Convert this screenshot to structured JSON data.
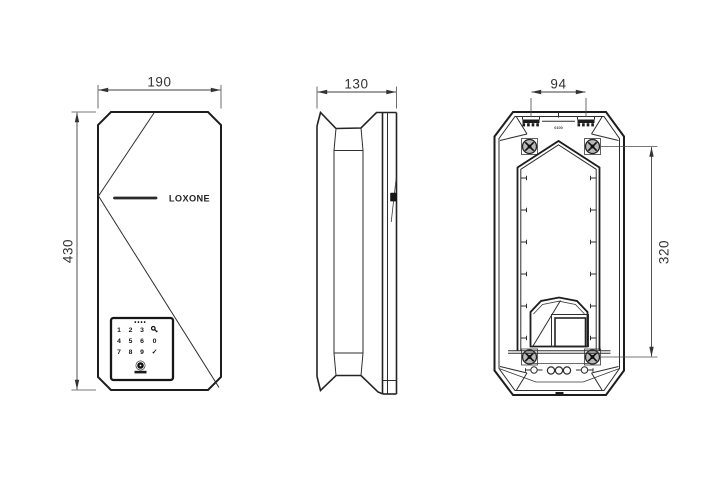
{
  "colors": {
    "background": "#ffffff",
    "outline": "#1d1d1d",
    "dimension_text": "#333333"
  },
  "front_view": {
    "dimensions": {
      "width": "190",
      "height": "430"
    },
    "logo": "LOXONE",
    "keypad": {
      "display_dots": "••••",
      "keys": [
        "1",
        "2",
        "3",
        "",
        "4",
        "5",
        "6",
        "0",
        "7",
        "8",
        "9",
        "✓"
      ],
      "icons": {
        "slot_4": "key-icon",
        "call_button": "bell-icon"
      }
    }
  },
  "side_view": {
    "dimensions": {
      "depth": "130"
    }
  },
  "back_view": {
    "dimensions": {
      "mount_width": "94",
      "mount_height": "320"
    },
    "marking": "0100",
    "icons": {
      "corner_fasteners": "screw-icon",
      "mounting_rails": "mounting-comb-icon",
      "cable_entries": "cable-entry-icon"
    }
  }
}
